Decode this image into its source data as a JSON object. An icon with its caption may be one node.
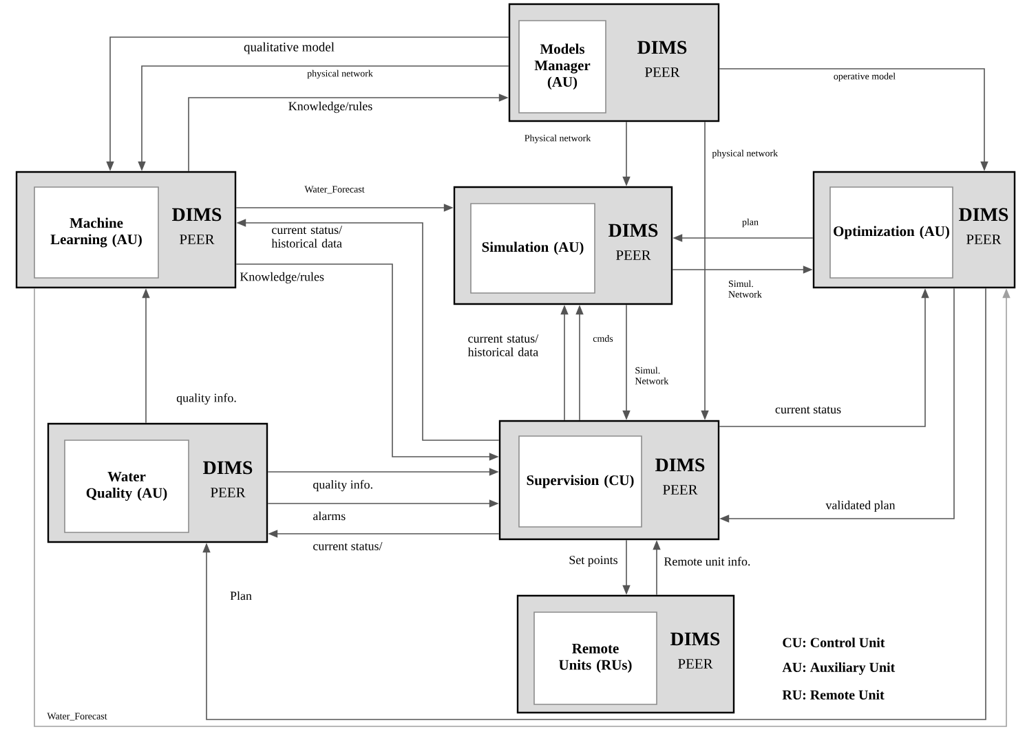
{
  "diagram": {
    "nodes": [
      {
        "text": [
          "DIMS",
          "PEER"
        ]
      },
      {
        "text": [
          "Models Manager (AU)"
        ],
        "in": 0
      },
      {
        "text": [
          "DIMS",
          "PEER"
        ]
      },
      {
        "text": [
          "Machine Learning (AU)"
        ],
        "in": 2
      },
      {
        "text": [
          "DIMS",
          "PEER"
        ]
      },
      {
        "text": [
          "Simulation (AU)"
        ],
        "in": 4
      },
      {
        "text": [
          "DIMS",
          "PEER"
        ]
      },
      {
        "text": [
          "Optimization (AU)"
        ],
        "in": 6
      },
      {
        "text": [
          "DIMS",
          "PEER"
        ]
      },
      {
        "text": [
          "Water Quality (AU)"
        ],
        "in": 8
      },
      {
        "text": [
          "DIMS",
          "PEER"
        ]
      },
      {
        "text": [
          "Supervision (CU)"
        ],
        "in": 10
      },
      {
        "text": [
          "DIMS",
          "PEER"
        ]
      },
      {
        "text": [
          "Remote Units (RUs)"
        ],
        "in": 12
      }
    ],
    "edges": [
      {
        "from": 0,
        "to": 2,
        "arrow": "to",
        "label": "qualitative model"
      },
      {
        "from": 0,
        "to": 2,
        "arrow": "to",
        "label": "physical network"
      },
      {
        "from": 2,
        "to": 0,
        "arrow": "to",
        "label": "Knowledge/rules"
      },
      {
        "from": 0,
        "to": 4,
        "arrow": "to",
        "label": "Physical network"
      },
      {
        "from": 0,
        "to": 10,
        "arrow": "to",
        "label": "physical network"
      },
      {
        "from": 0,
        "to": 6,
        "arrow": "to",
        "label": "operative model"
      },
      {
        "from": 2,
        "to": 4,
        "arrow": "to",
        "label": "Water_Forecast"
      },
      {
        "from": 10,
        "to": 2,
        "arrow": "to",
        "label": "current status/ historical data"
      },
      {
        "from": 2,
        "to": 10,
        "arrow": "to",
        "label": "Knowledge/rules"
      },
      {
        "from": 8,
        "to": 2,
        "arrow": "to",
        "label": "quality info."
      },
      {
        "from": 8,
        "to": 10,
        "arrow": "to",
        "label": "quality info."
      },
      {
        "from": 8,
        "to": 10,
        "arrow": "to",
        "label": "alarms"
      },
      {
        "from": 10,
        "to": 8,
        "arrow": "to",
        "label": "current status/"
      },
      {
        "from": 6,
        "to": 4,
        "arrow": "to",
        "label": "plan"
      },
      {
        "from": 4,
        "to": 6,
        "arrow": "to",
        "label": "Simul. Network"
      },
      {
        "from": 10,
        "to": 4,
        "arrow": "to",
        "label": "current status/ historical data"
      },
      {
        "from": 10,
        "to": 4,
        "arrow": "to",
        "label": "cmds"
      },
      {
        "from": 4,
        "to": 10,
        "arrow": "to",
        "label": "Simul. Network"
      },
      {
        "from": 10,
        "to": 6,
        "arrow": "to",
        "label": "current status"
      },
      {
        "from": 6,
        "to": 10,
        "arrow": "to",
        "label": "validated plan"
      },
      {
        "from": 10,
        "to": 12,
        "arrow": "to",
        "label": "Set points"
      },
      {
        "from": 12,
        "to": 10,
        "arrow": "to",
        "label": "Remote unit info."
      },
      {
        "from": 6,
        "to": 8,
        "arrow": "to",
        "label": "Plan"
      },
      {
        "from": 2,
        "to": 6,
        "arrow": "to",
        "label": "Water_Forecast",
        "color": "#a0a0a0"
      }
    ],
    "labels": [
      "CU: Control Unit",
      "AU: Auxiliary Unit",
      "RU: Remote Unit"
    ]
  }
}
